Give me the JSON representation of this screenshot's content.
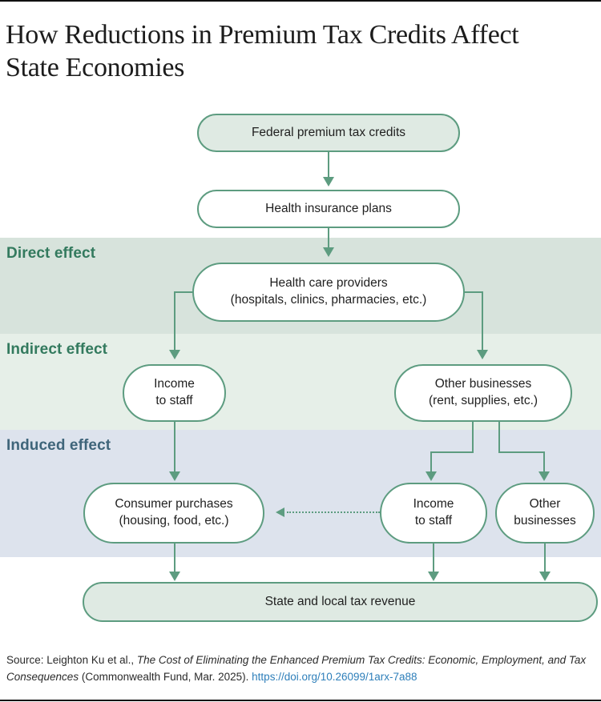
{
  "title": {
    "line1": "How Reductions in Premium Tax Credits Affect",
    "line2": "State Economies"
  },
  "bands": [
    {
      "label": "Direct effect"
    },
    {
      "label": "Indirect effect"
    },
    {
      "label": "Induced effect"
    }
  ],
  "nodes": {
    "federal": {
      "label": "Federal premium tax credits"
    },
    "insurance": {
      "label": "Health insurance plans"
    },
    "providers": {
      "line1": "Health care providers",
      "line2": "(hospitals, clinics, pharmacies, etc.)"
    },
    "income_staff_indirect": {
      "line1": "Income",
      "line2": "to staff"
    },
    "other_businesses_indirect": {
      "line1": "Other businesses",
      "line2": "(rent, supplies, etc.)"
    },
    "consumer_purchases": {
      "line1": "Consumer purchases",
      "line2": "(housing, food, etc.)"
    },
    "income_staff_induced": {
      "line1": "Income",
      "line2": "to staff"
    },
    "other_businesses_induced": {
      "line1": "Other",
      "line2": "businesses"
    },
    "tax_revenue": {
      "label": "State and local tax revenue"
    }
  },
  "source": {
    "prefix": "Source: Leighton Ku et al., ",
    "italic_title": "The Cost of Eliminating the Enhanced Premium Tax Credits: Economic, Employment, and Tax Consequences",
    "middle": " (Commonwealth Fund, Mar. 2025). ",
    "link_text": "https://doi.org/10.26099/1arx-7a88",
    "link_url": "https://doi.org/10.26099/1arx-7a88"
  },
  "colors": {
    "green": "#5d9c80",
    "green-label": "#337a5e",
    "slate-label": "#3f657a",
    "fill-green": "#dfeae3",
    "band-direct": "#d7e3dc",
    "band-indirect": "#e6efe8",
    "band-induced": "#dde3ed",
    "link-blue": "#2e7fba",
    "ink": "#1a1a1a"
  }
}
